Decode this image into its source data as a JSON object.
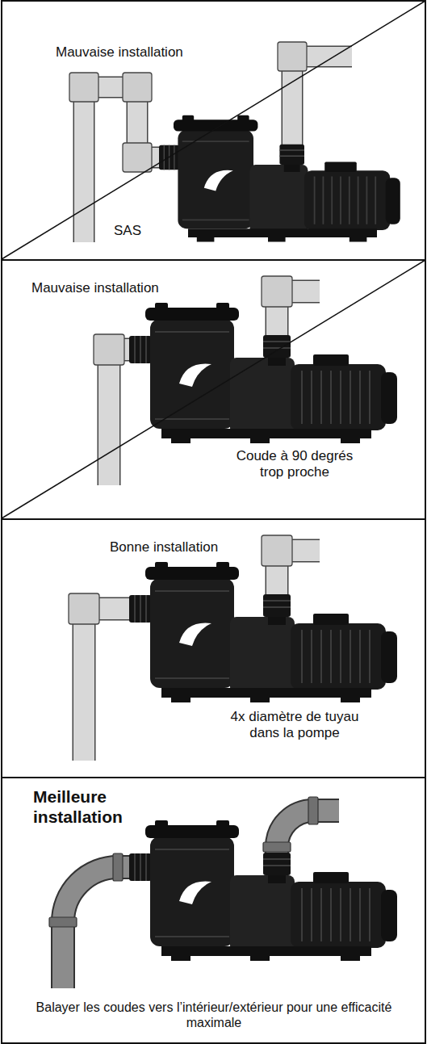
{
  "diagram": {
    "nodes": [
      {
        "text": [
          "Mauvaise installation",
          "SAS"
        ]
      },
      {
        "text": [
          "Mauvaise installation",
          "Coude à 90 degrés trop proche"
        ]
      },
      {
        "text": [
          "Bonne installation",
          "4x diamètre de tuyau dans la pompe"
        ]
      },
      {
        "text": [
          "Meilleure installation",
          "Balayer les coudes vers l’intérieur/extérieur pour une efficacité maximale"
        ]
      }
    ]
  }
}
